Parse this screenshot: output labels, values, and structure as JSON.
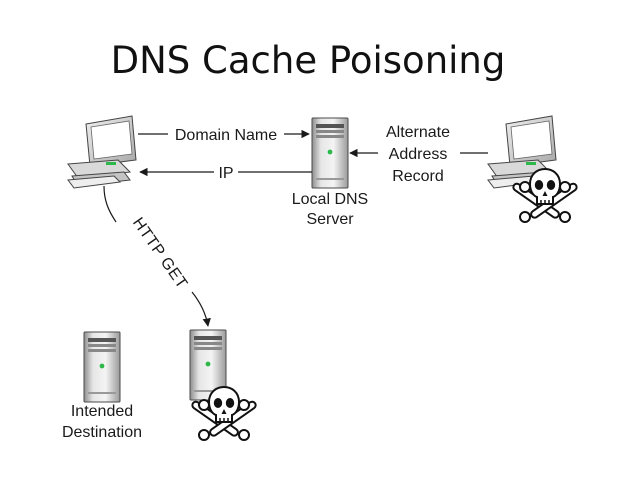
{
  "diagram": {
    "title": "DNS Cache Poisoning",
    "edges": {
      "domain_name": "Domain Name",
      "ip": "IP",
      "alternate_record": [
        "Alternate",
        "Address",
        "Record"
      ],
      "http_get": "HTTP GET"
    },
    "nodes": {
      "local_dns": [
        "Local DNS",
        "Server"
      ],
      "intended": [
        "Intended",
        "Destination"
      ]
    },
    "icons": {
      "client": "desktop-computer-icon",
      "attacker": "desktop-computer-icon",
      "dns_server": "tower-server-icon",
      "malicious_server": "tower-server-icon",
      "intended_server": "tower-server-icon",
      "poison_marker": "skull-crossbones-icon"
    },
    "colors": {
      "line": "#1a1a1a",
      "server_led": "#2db84a"
    }
  }
}
